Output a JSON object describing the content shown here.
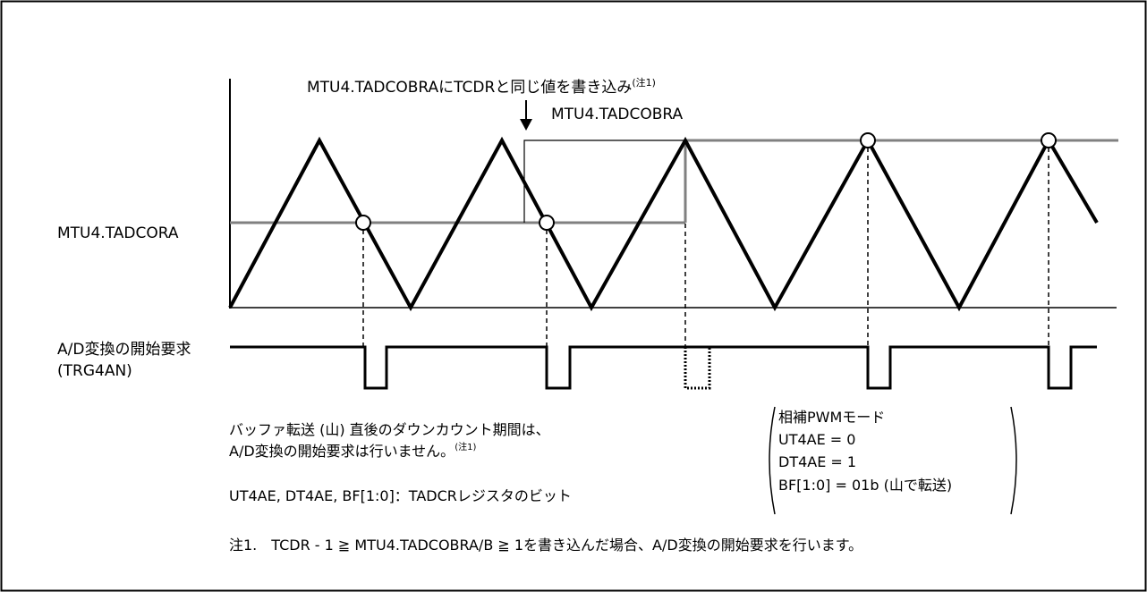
{
  "labels": {
    "top_annotation": "MTU4.TADCOBRAにTCDRと同じ値を書き込み",
    "top_annotation_note": "(注1)",
    "tadcobra_label": "MTU4.TADCOBRA",
    "tadcora_label": "MTU4.TADCORA",
    "adreq_label_line1": "A/D変換の開始要求",
    "adreq_label_line2": "(TRG4AN)"
  },
  "notes": {
    "buffer_line1": "バッファ転送 (山) 直後のダウンカウント期間は、",
    "buffer_line2": "A/D変換の開始要求は行いません。",
    "buffer_line2_note": "(注1)",
    "bits": "UT4AE, DT4AE, BF[1:0]：TADCRレジスタのビット",
    "footnote": "注1.　TCDR - 1 ≧ MTU4.TADCOBRA/B ≧ 1を書き込んだ場合、A/D変換の開始要求を行います。"
  },
  "mode_box": {
    "line1": "相補PWMモード",
    "line2": "UT4AE = 0",
    "line3": "DT4AE = 1",
    "line4": "BF[1:0] = 01b (山で転送)"
  },
  "colors": {
    "counter": "#000000",
    "compare": "#808080",
    "frame": "#000000"
  }
}
